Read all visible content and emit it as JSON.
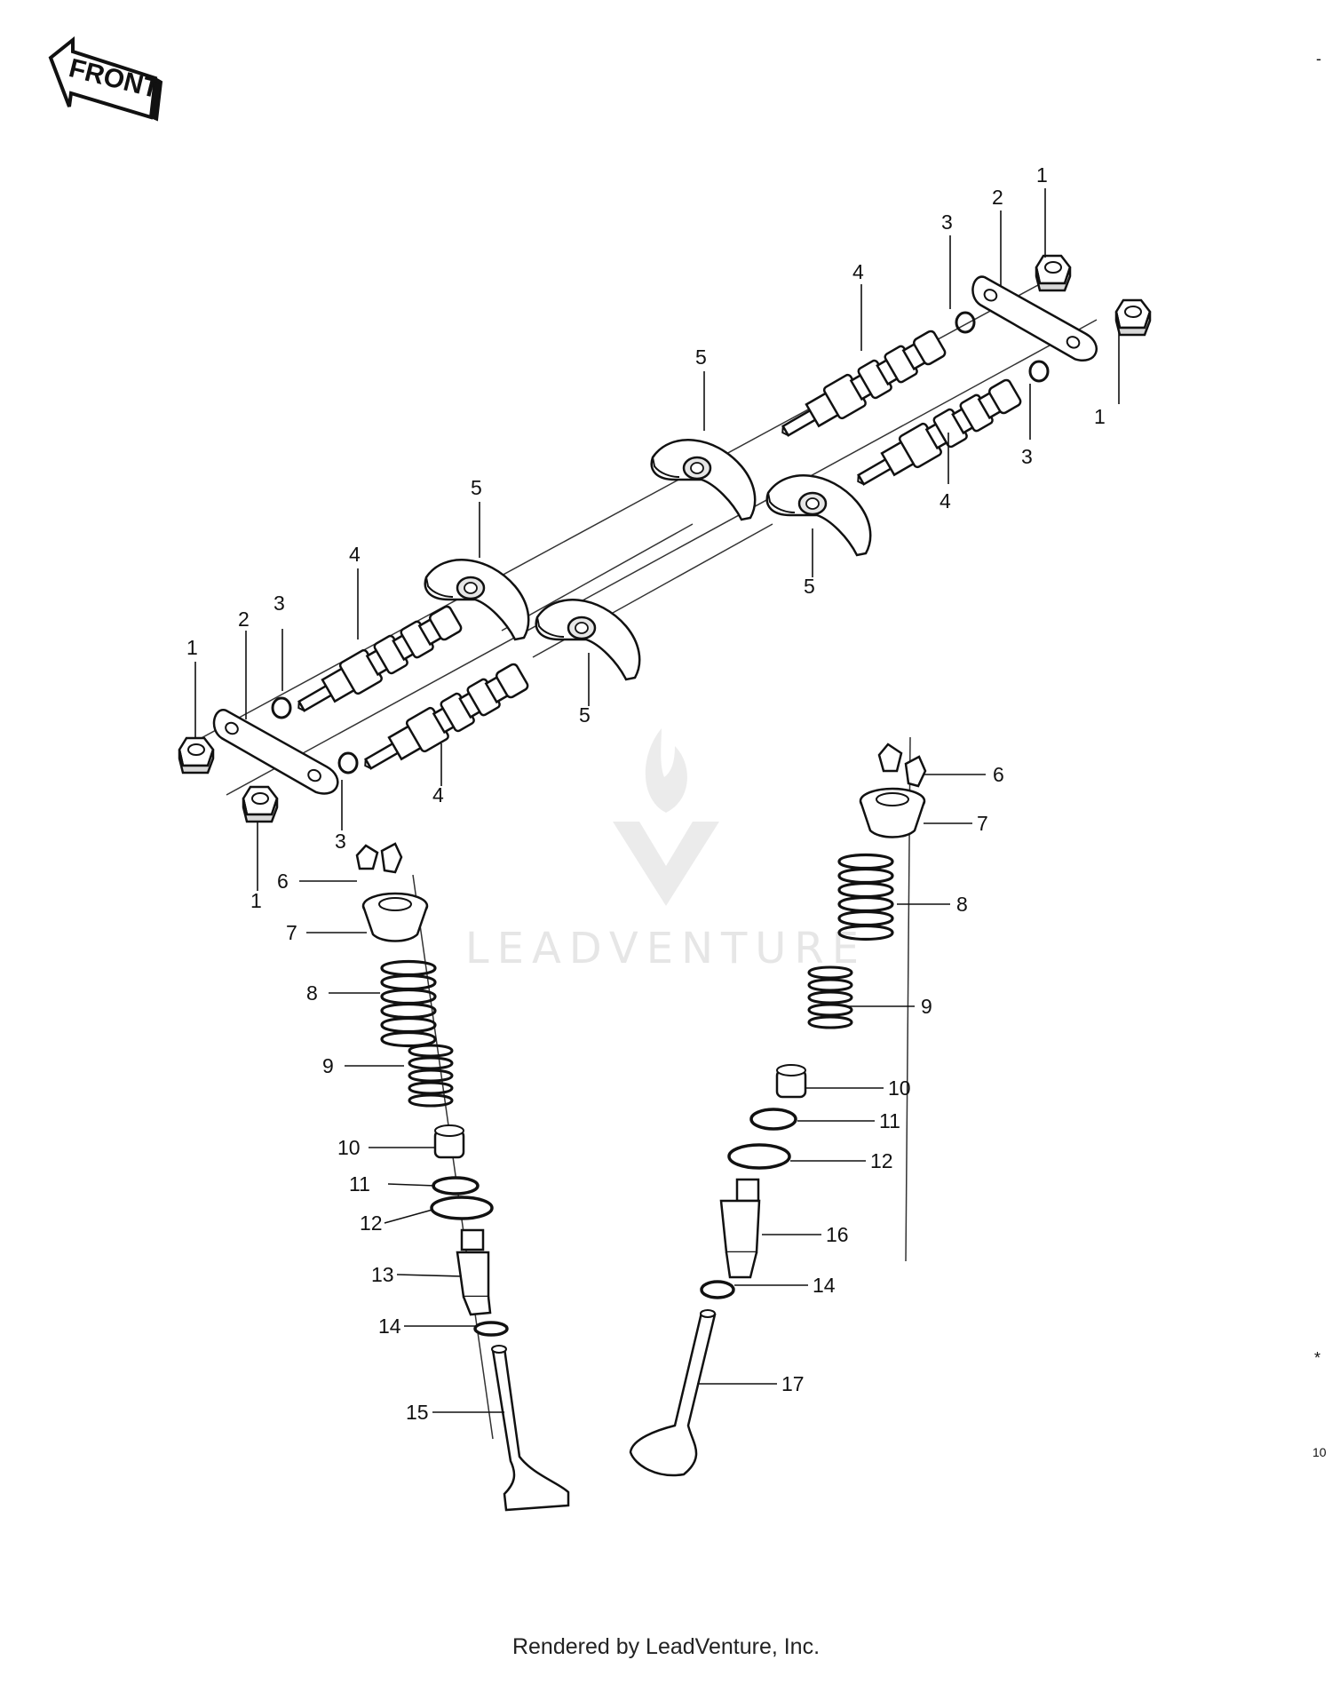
{
  "front_label": "FRONT",
  "watermark_text": "LEADVENTURE",
  "footer_text": "Rendered by LeadVenture, Inc.",
  "edge_marks": {
    "top": "-",
    "star": "*",
    "code": "10"
  },
  "callouts": [
    {
      "id": "c1a",
      "label": "1"
    },
    {
      "id": "c1b",
      "label": "1"
    },
    {
      "id": "c1c",
      "label": "1"
    },
    {
      "id": "c1d",
      "label": "1"
    },
    {
      "id": "c2a",
      "label": "2"
    },
    {
      "id": "c2b",
      "label": "2"
    },
    {
      "id": "c3a",
      "label": "3"
    },
    {
      "id": "c3b",
      "label": "3"
    },
    {
      "id": "c3c",
      "label": "3"
    },
    {
      "id": "c3d",
      "label": "3"
    },
    {
      "id": "c4a",
      "label": "4"
    },
    {
      "id": "c4b",
      "label": "4"
    },
    {
      "id": "c4c",
      "label": "4"
    },
    {
      "id": "c4d",
      "label": "4"
    },
    {
      "id": "c5a",
      "label": "5"
    },
    {
      "id": "c5b",
      "label": "5"
    },
    {
      "id": "c5c",
      "label": "5"
    },
    {
      "id": "c5d",
      "label": "5"
    },
    {
      "id": "c6a",
      "label": "6"
    },
    {
      "id": "c6b",
      "label": "6"
    },
    {
      "id": "c7a",
      "label": "7"
    },
    {
      "id": "c7b",
      "label": "7"
    },
    {
      "id": "c8a",
      "label": "8"
    },
    {
      "id": "c8b",
      "label": "8"
    },
    {
      "id": "c9a",
      "label": "9"
    },
    {
      "id": "c9b",
      "label": "9"
    },
    {
      "id": "c10a",
      "label": "10"
    },
    {
      "id": "c10b",
      "label": "10"
    },
    {
      "id": "c11a",
      "label": "11"
    },
    {
      "id": "c11b",
      "label": "11"
    },
    {
      "id": "c12a",
      "label": "12"
    },
    {
      "id": "c12b",
      "label": "12"
    },
    {
      "id": "c13",
      "label": "13"
    },
    {
      "id": "c14a",
      "label": "14"
    },
    {
      "id": "c14b",
      "label": "14"
    },
    {
      "id": "c15",
      "label": "15"
    },
    {
      "id": "c16",
      "label": "16"
    },
    {
      "id": "c17",
      "label": "17"
    }
  ]
}
